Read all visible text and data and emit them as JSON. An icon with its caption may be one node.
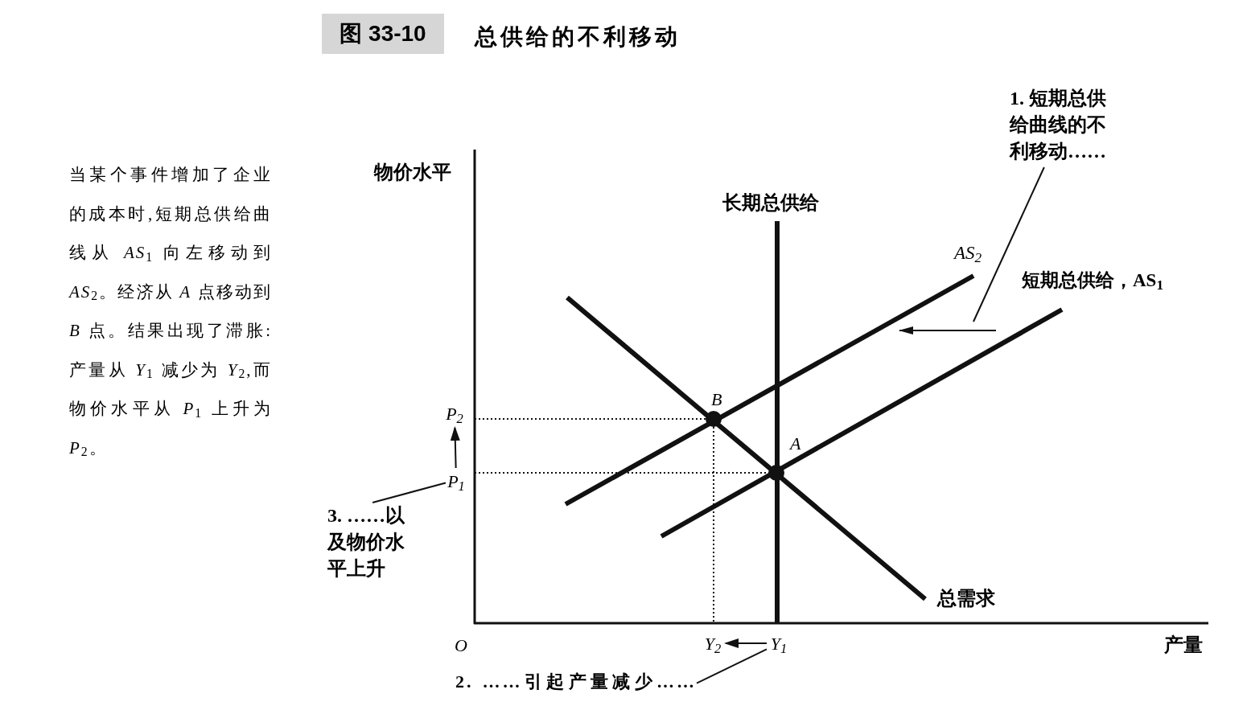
{
  "diagram": {
    "title": "总供给的不利移动",
    "nodes": [
      {
        "text": [
          "1. 短期总供给曲线的不利移动……"
        ]
      },
      {
        "text": [
          "2. ……引起产量减少……"
        ]
      },
      {
        "text": [
          "3. ……以及物价水平上升"
        ]
      },
      {
        "text": [
          "Y$_{1}$"
        ]
      },
      {
        "text": [
          "Y$_{2}$"
        ]
      },
      {
        "text": [
          "P$_{1}$"
        ]
      },
      {
        "text": [
          "P$_{2}$"
        ]
      }
    ],
    "edges": [
      {
        "from": 0,
        "to": null,
        "arrow": "none"
      },
      {
        "from": 1,
        "to": 3,
        "arrow": "none"
      },
      {
        "from": 2,
        "to": 5,
        "arrow": "none"
      },
      {
        "from": 3,
        "to": 4,
        "arrow": "to"
      },
      {
        "from": 5,
        "to": 6,
        "arrow": "to"
      }
    ],
    "labels": [
      "图 33-10",
      "当某个事件增加了企业的成本时,短期总供给曲线从 *AS*$_{1}$ 向左移动到 *AS*$_{2}$。经济从 *A* 点移动到 *B* 点。结果出现了滞胀:产量从 *Y*$_{1}$ 减少为 *Y*$_{2}$,而物价水平从 *P*$_{1}$ 上升为 *P*$_{2}$。",
      "物价水平",
      "长期总供给",
      "AS$_{2}$",
      "短期总供给，AS$_{1}$",
      "B",
      "A",
      "总需求",
      "O",
      "产量"
    ]
  }
}
